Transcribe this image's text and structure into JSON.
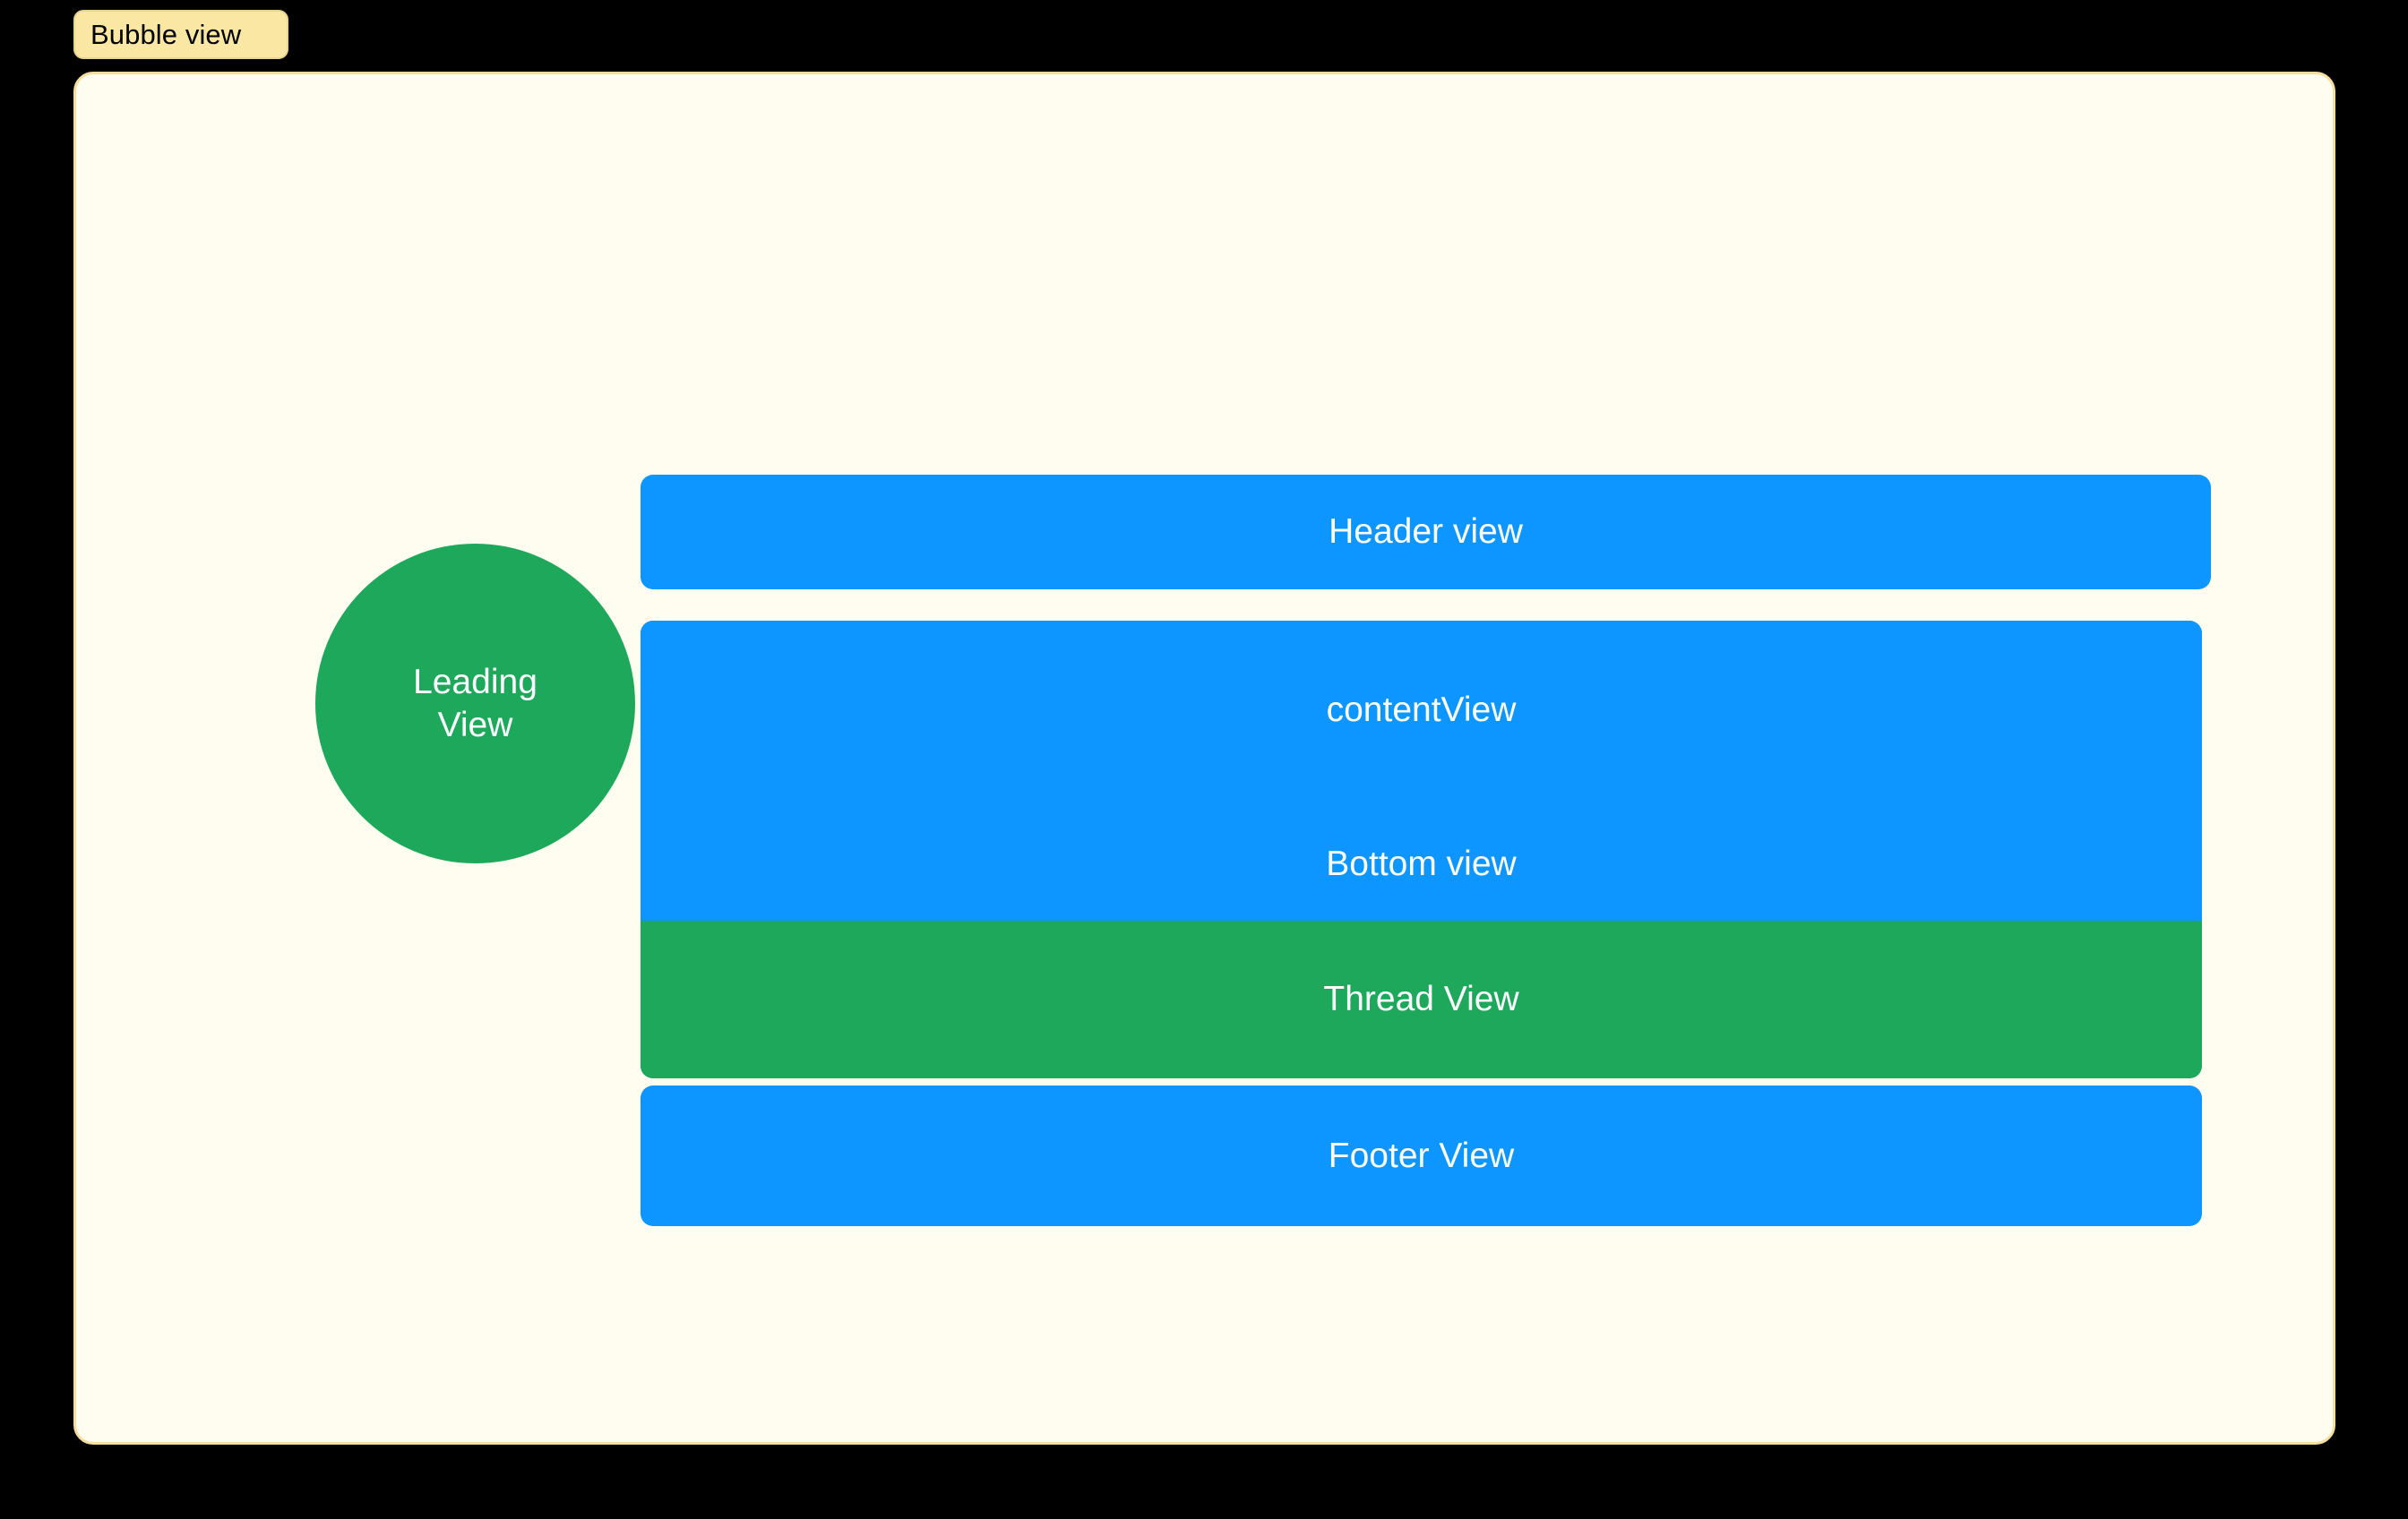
{
  "badge": {
    "label": "Bubble view"
  },
  "canvas": {
    "background_color": "#FFFDF0",
    "border_color": "#F6DF9E"
  },
  "colors": {
    "blue": "#0D96FF",
    "green": "#1DA85B",
    "badge_fill": "#FBE7A4",
    "canvas_fill": "#FFFDF0",
    "page_background": "#000000",
    "label_text": "#FFFFFF"
  },
  "leading": {
    "line1": "Leading",
    "line2": "View",
    "color": "#1DA85B"
  },
  "bars": [
    {
      "label": "Header view",
      "color": "#0D96FF"
    },
    {
      "label": "contentView",
      "color": "#0D96FF"
    },
    {
      "label": "Bottom view",
      "color": "#0D96FF"
    },
    {
      "label": "Thread View",
      "color": "#1DA85B"
    },
    {
      "label": "Footer View",
      "color": "#0D96FF"
    }
  ]
}
